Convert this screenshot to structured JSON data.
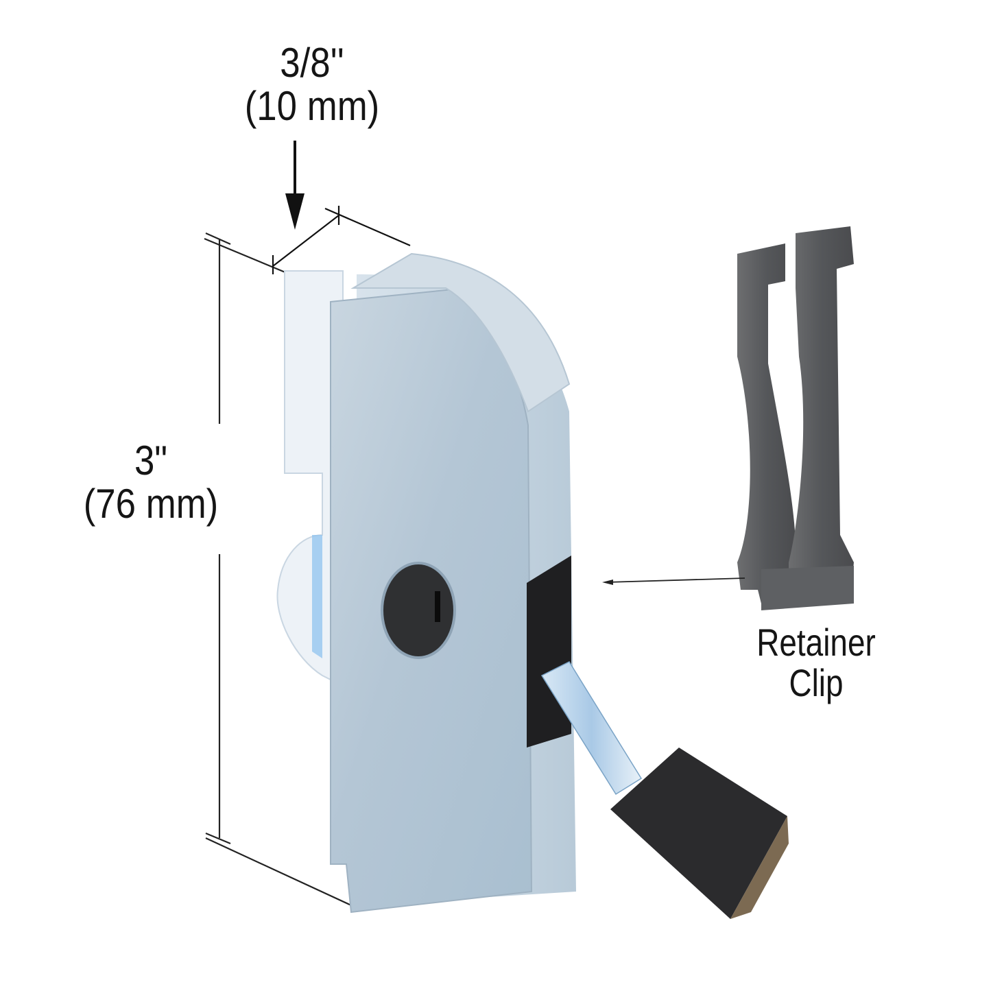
{
  "diagram": {
    "subject": "sliding door mortise lock with key cylinder and retainer clip",
    "dimensions": {
      "depth": {
        "imperial": "3/8''",
        "metric": "(10 mm)"
      },
      "height": {
        "imperial": "3\"",
        "metric": "(76 mm)"
      }
    },
    "callouts": {
      "retainer_clip": {
        "line1": "Retainer",
        "line2": "Clip"
      }
    },
    "colors": {
      "background": "#ffffff",
      "lock_body": "#b9cbd9",
      "lock_body_shade": "#9fb6c9",
      "white_hook": "#eef3f8",
      "cylinder": "#2f2f2f",
      "clip": "#5b5c5e",
      "handle": "#2b2b2b",
      "lines": "#111111"
    }
  }
}
